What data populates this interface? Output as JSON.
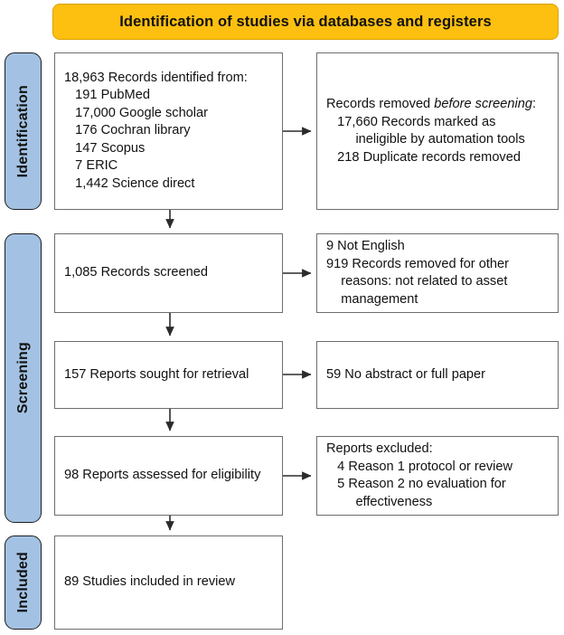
{
  "header": {
    "title": "Identification of studies via databases and registers",
    "background_color": "#fdc010",
    "border_color": "#d9a100"
  },
  "stages": {
    "accent_color": "#a3c2e3",
    "identification_label": "Identification",
    "screening_label": "Screening",
    "included_label": "Included"
  },
  "boxes": {
    "identified": "18,963 Records identified from:\n   191 PubMed\n   17,000 Google scholar\n   176 Cochran library\n   147 Scopus\n   7 ERIC\n   1,442 Science direct",
    "removed_before_screening_lead": "Records removed ",
    "removed_before_screening_italic": "before screening",
    "removed_before_screening_tail": ":",
    "removed_before_screening_body": "\n   17,660 Records marked as\n        ineligible by automation tools\n   218 Duplicate records removed",
    "screened": "1,085 Records screened",
    "removed_screening": "9 Not English\n919 Records removed for other\n    reasons: not related to asset\n    management",
    "sought": "157 Reports sought for retrieval",
    "no_abstract": "59 No abstract or full paper",
    "assessed": "98 Reports assessed for eligibility",
    "excluded": "Reports excluded:\n   4 Reason 1 protocol or review\n   5 Reason 2 no evaluation for\n        effectiveness",
    "included": "89 Studies included in review"
  },
  "chart_data": {
    "type": "diagram",
    "diagram_type": "PRISMA 2020 flow diagram",
    "title": "Identification of studies via databases and registers",
    "stages": [
      "Identification",
      "Screening",
      "Included"
    ],
    "nodes": [
      {
        "id": "identified",
        "stage": "Identification",
        "column": "left",
        "count": 18963,
        "label": "Records identified from",
        "sources": [
          {
            "name": "PubMed",
            "count": 191
          },
          {
            "name": "Google scholar",
            "count": 17000
          },
          {
            "name": "Cochran library",
            "count": 176
          },
          {
            "name": "Scopus",
            "count": 147
          },
          {
            "name": "ERIC",
            "count": 7
          },
          {
            "name": "Science direct",
            "count": 1442
          }
        ]
      },
      {
        "id": "removed_before_screening",
        "stage": "Identification",
        "column": "right",
        "label": "Records removed before screening",
        "items": [
          {
            "reason": "Records marked as ineligible by automation tools",
            "count": 17660
          },
          {
            "reason": "Duplicate records removed",
            "count": 218
          }
        ]
      },
      {
        "id": "screened",
        "stage": "Screening",
        "column": "left",
        "count": 1085,
        "label": "Records screened"
      },
      {
        "id": "removed_screening",
        "stage": "Screening",
        "column": "right",
        "items": [
          {
            "reason": "Not English",
            "count": 9
          },
          {
            "reason": "Records removed for other reasons: not related to asset management",
            "count": 919
          }
        ]
      },
      {
        "id": "sought",
        "stage": "Screening",
        "column": "left",
        "count": 157,
        "label": "Reports sought for retrieval"
      },
      {
        "id": "no_abstract",
        "stage": "Screening",
        "column": "right",
        "items": [
          {
            "reason": "No abstract or full paper",
            "count": 59
          }
        ]
      },
      {
        "id": "assessed",
        "stage": "Screening",
        "column": "left",
        "count": 98,
        "label": "Reports assessed for eligibility"
      },
      {
        "id": "excluded",
        "stage": "Screening",
        "column": "right",
        "label": "Reports excluded",
        "items": [
          {
            "reason": "Reason 1 protocol or review",
            "count": 4
          },
          {
            "reason": "Reason 2 no evaluation for effectiveness",
            "count": 5
          }
        ]
      },
      {
        "id": "included",
        "stage": "Included",
        "column": "left",
        "count": 89,
        "label": "Studies included in review"
      }
    ],
    "edges": [
      {
        "from": "identified",
        "to": "removed_before_screening",
        "direction": "right"
      },
      {
        "from": "identified",
        "to": "screened",
        "direction": "down"
      },
      {
        "from": "screened",
        "to": "removed_screening",
        "direction": "right"
      },
      {
        "from": "screened",
        "to": "sought",
        "direction": "down"
      },
      {
        "from": "sought",
        "to": "no_abstract",
        "direction": "right"
      },
      {
        "from": "sought",
        "to": "assessed",
        "direction": "down"
      },
      {
        "from": "assessed",
        "to": "excluded",
        "direction": "right"
      },
      {
        "from": "assessed",
        "to": "included",
        "direction": "down"
      }
    ]
  }
}
